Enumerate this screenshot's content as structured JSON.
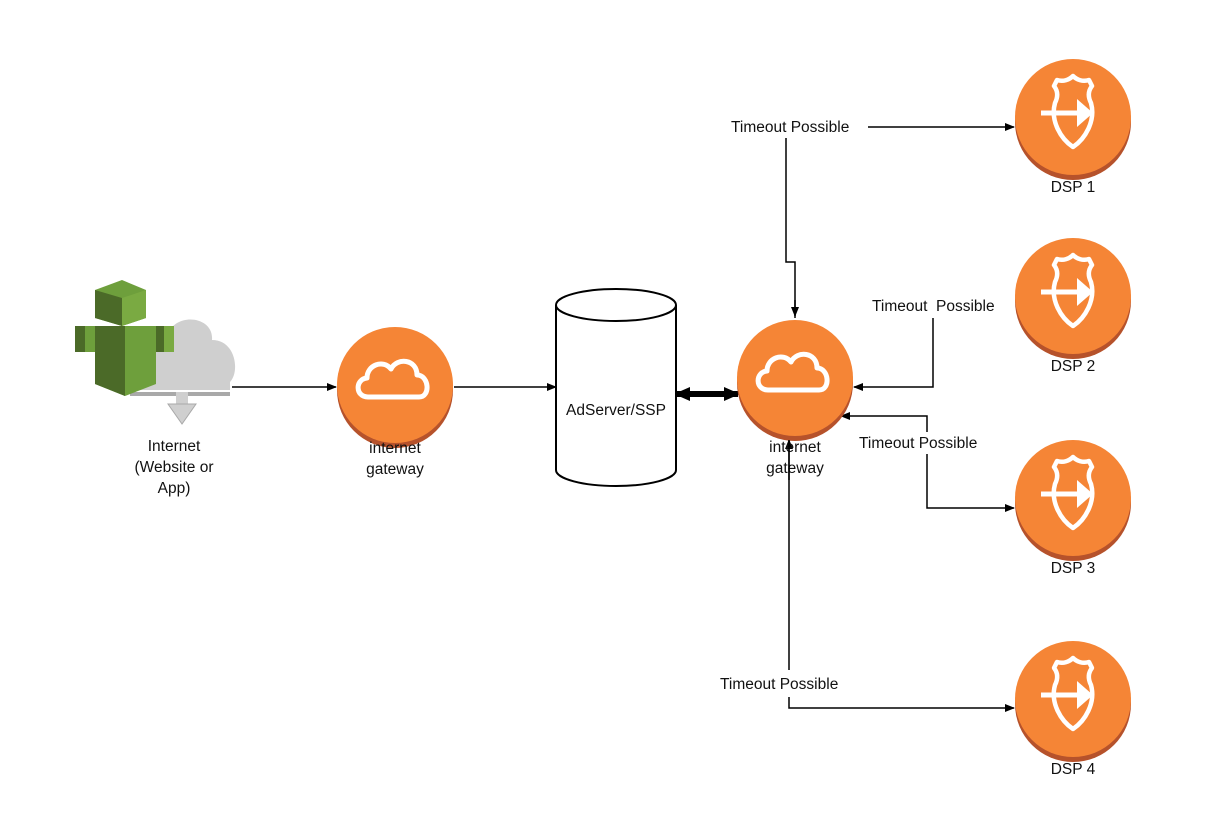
{
  "diagram": {
    "type": "architecture-flow",
    "colors": {
      "node_orange": "#F58536",
      "node_shadow": "#B6522B",
      "line": "#000000",
      "user_green": "#6E9F3C",
      "cloud_gray": "#CFCFCF"
    },
    "nodes": {
      "client": {
        "label_lines": [
          "Internet",
          "(Website or",
          "App)"
        ],
        "icon": "user-cloud-download-icon"
      },
      "gateway_left": {
        "label_lines": [
          "internet",
          "gateway"
        ],
        "icon": "cloud-icon"
      },
      "adserver": {
        "label": "AdServer/SSP",
        "icon": "database-cylinder"
      },
      "gateway_right": {
        "label_lines": [
          "internet",
          "gateway"
        ],
        "icon": "cloud-icon"
      },
      "dsp1": {
        "label": "DSP 1",
        "icon": "shield-arrow-icon"
      },
      "dsp2": {
        "label": "DSP 2",
        "icon": "shield-arrow-icon"
      },
      "dsp3": {
        "label": "DSP 3",
        "icon": "shield-arrow-icon"
      },
      "dsp4": {
        "label": "DSP 4",
        "icon": "shield-arrow-icon"
      }
    },
    "edges": [
      {
        "from": "client",
        "to": "gateway_left",
        "label": ""
      },
      {
        "from": "gateway_left",
        "to": "adserver",
        "label": ""
      },
      {
        "from": "adserver",
        "to": "gateway_right",
        "label": "",
        "bidirectional": true
      },
      {
        "from": "gateway_right",
        "to": "dsp1",
        "label": "Timeout Possible"
      },
      {
        "from": "dsp2",
        "to": "gateway_right",
        "label": "Timeout  Possible"
      },
      {
        "from": "gateway_right",
        "to": "dsp3",
        "label": "Timeout Possible",
        "bidirectional": true
      },
      {
        "from": "gateway_right",
        "to": "dsp4",
        "label": "Timeout Possible"
      }
    ]
  }
}
